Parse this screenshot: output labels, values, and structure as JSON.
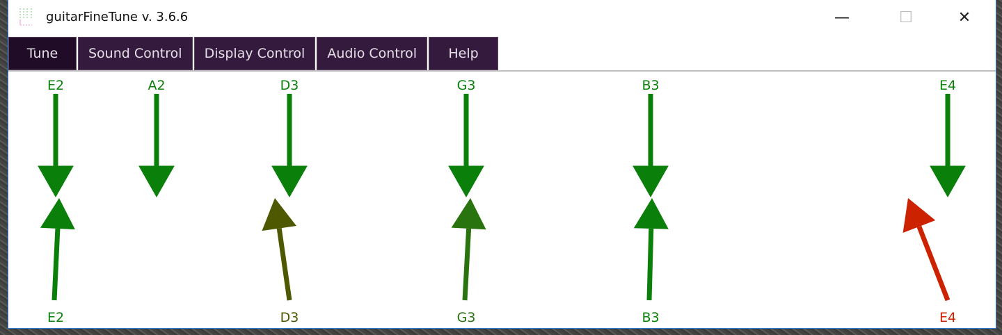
{
  "window": {
    "title": "guitarFineTune v. 3.6.6",
    "minimize": "—",
    "maximize": "☐",
    "close": "✕"
  },
  "menu": [
    {
      "label": "Tune",
      "active": true
    },
    {
      "label": "Sound Control"
    },
    {
      "label": "Display Control"
    },
    {
      "label": "Audio Control"
    },
    {
      "label": "Help"
    }
  ],
  "strings": {
    "top": [
      "E2",
      "A2",
      "D3",
      "G3",
      "B3",
      "E4"
    ],
    "bottom": [
      "E2",
      "D3",
      "G3",
      "B3",
      "E4"
    ]
  },
  "colors": {
    "green": "#0a800a",
    "olive": "#4d5800",
    "dark_green": "#2a7410",
    "red": "#cc2200"
  }
}
